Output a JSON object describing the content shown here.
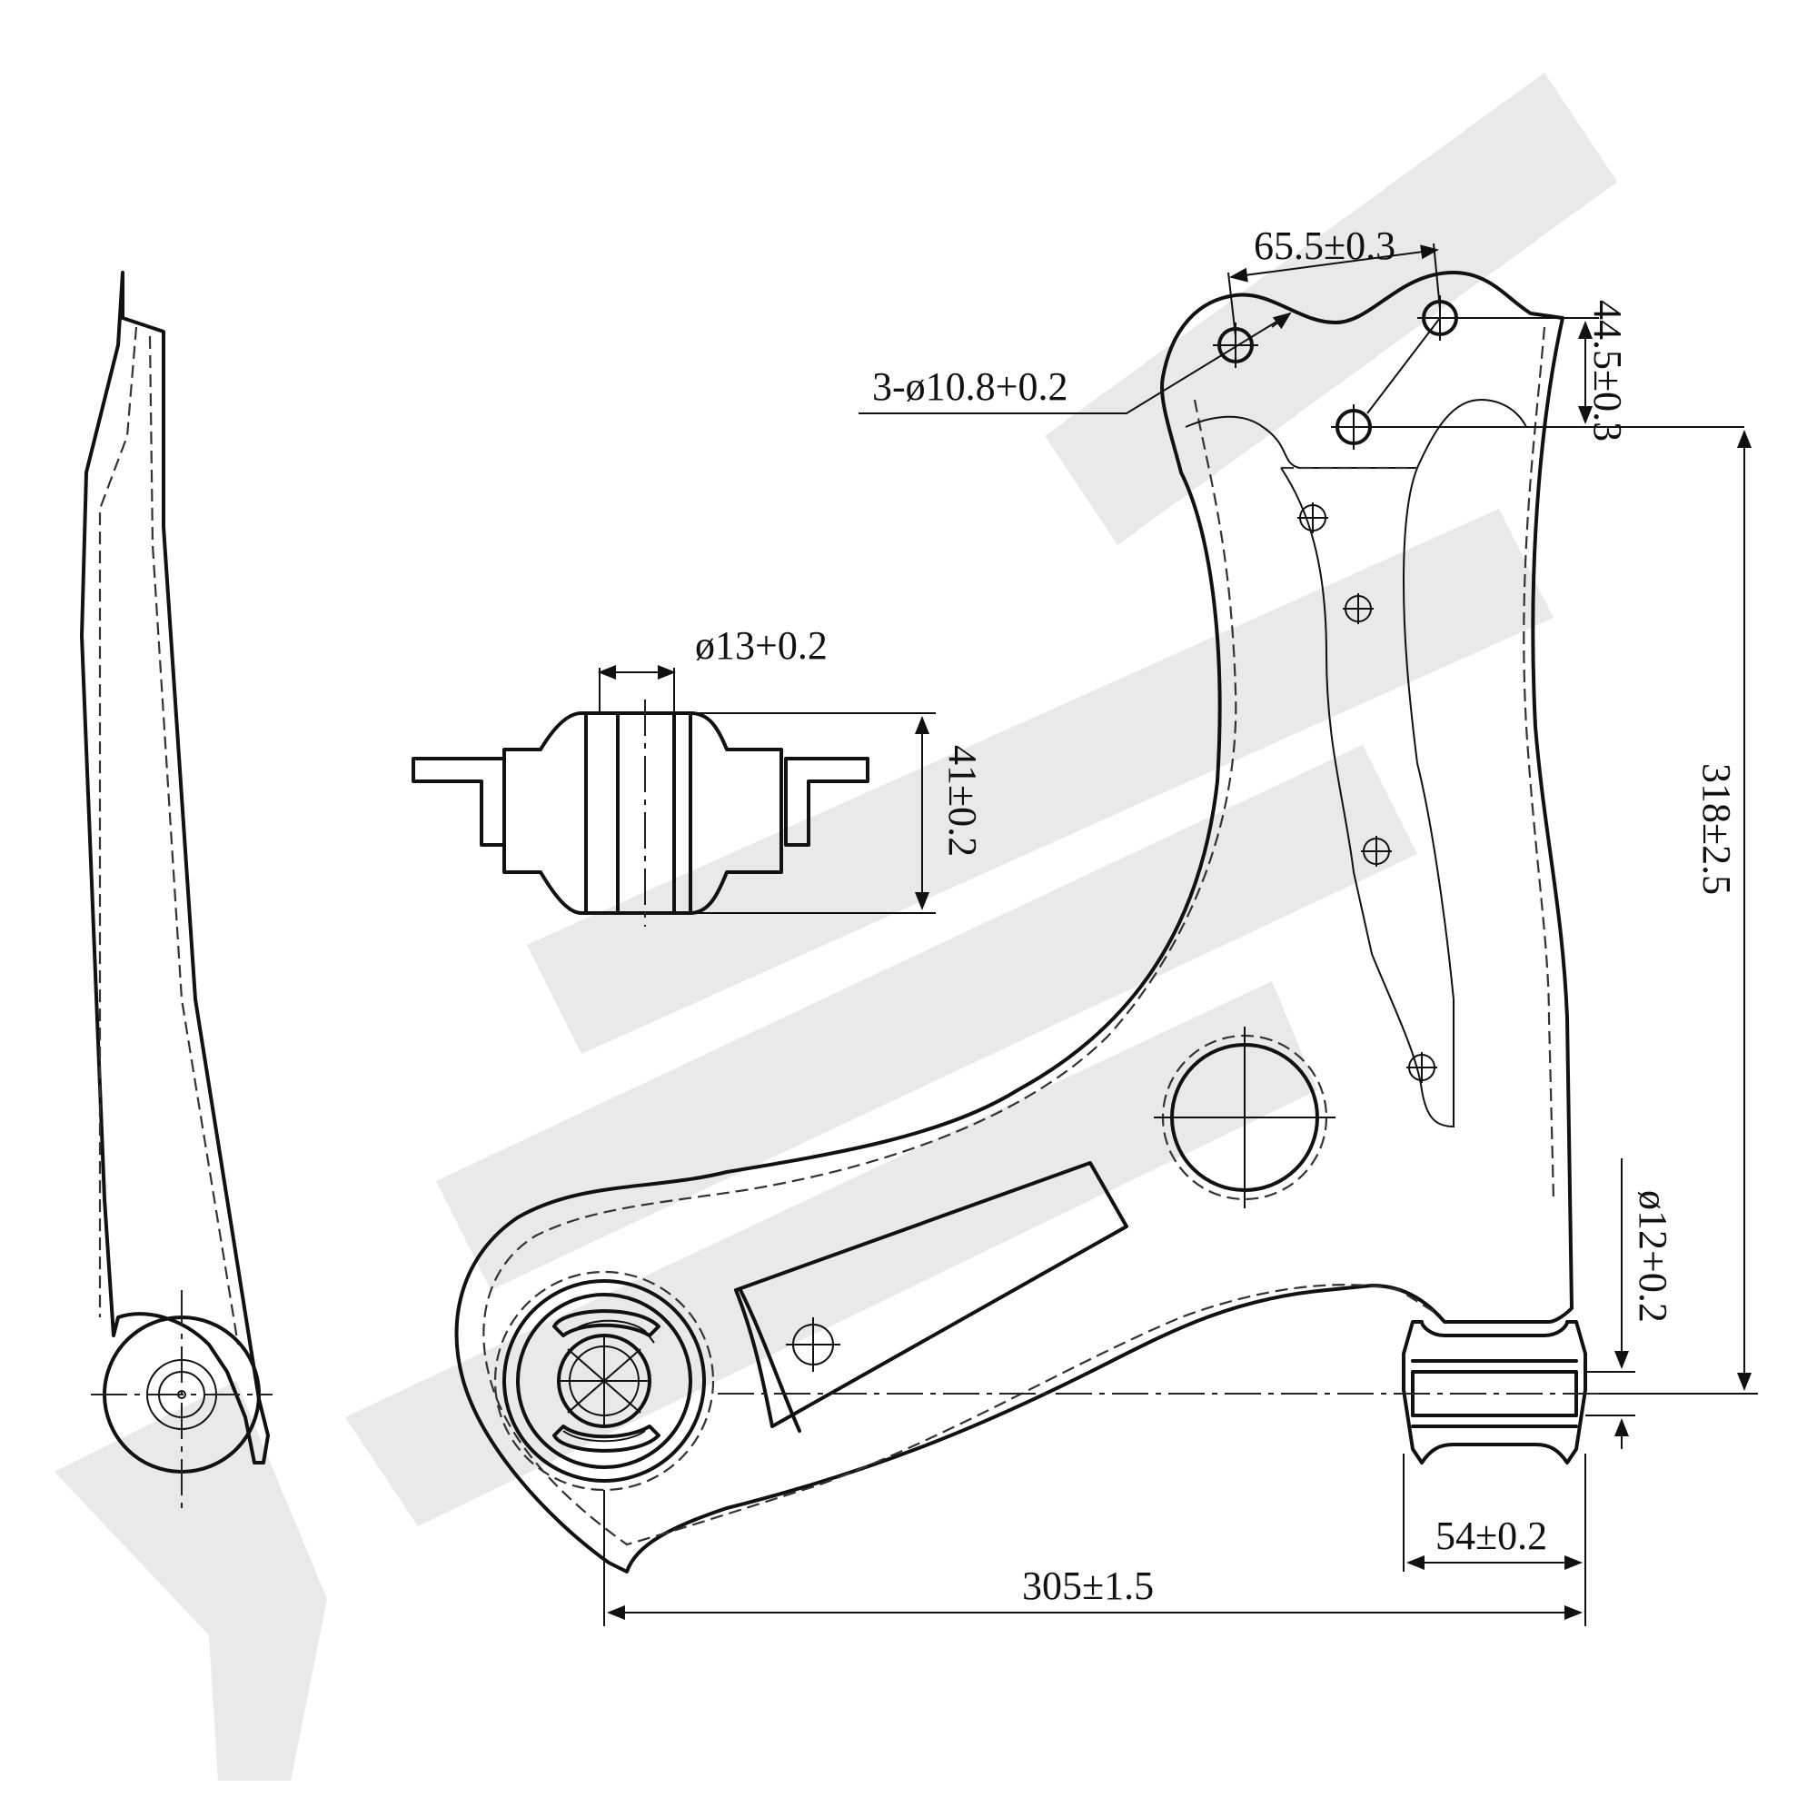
{
  "dimensions": {
    "hole_spacing": "65.5±0.3",
    "holes": "3-ø10.8+0.2",
    "hole_offset": "44.5±0.3",
    "height": "318±2.5",
    "bore": "ø13+0.2",
    "bushing_height": "41±0.2",
    "pin_diameter": "ø12+0.2",
    "bushing_length": "54±0.2",
    "overall_length": "305±1.5"
  },
  "colors": {
    "line": "#111111",
    "watermark": "#e9e9e9",
    "background": "#ffffff"
  }
}
